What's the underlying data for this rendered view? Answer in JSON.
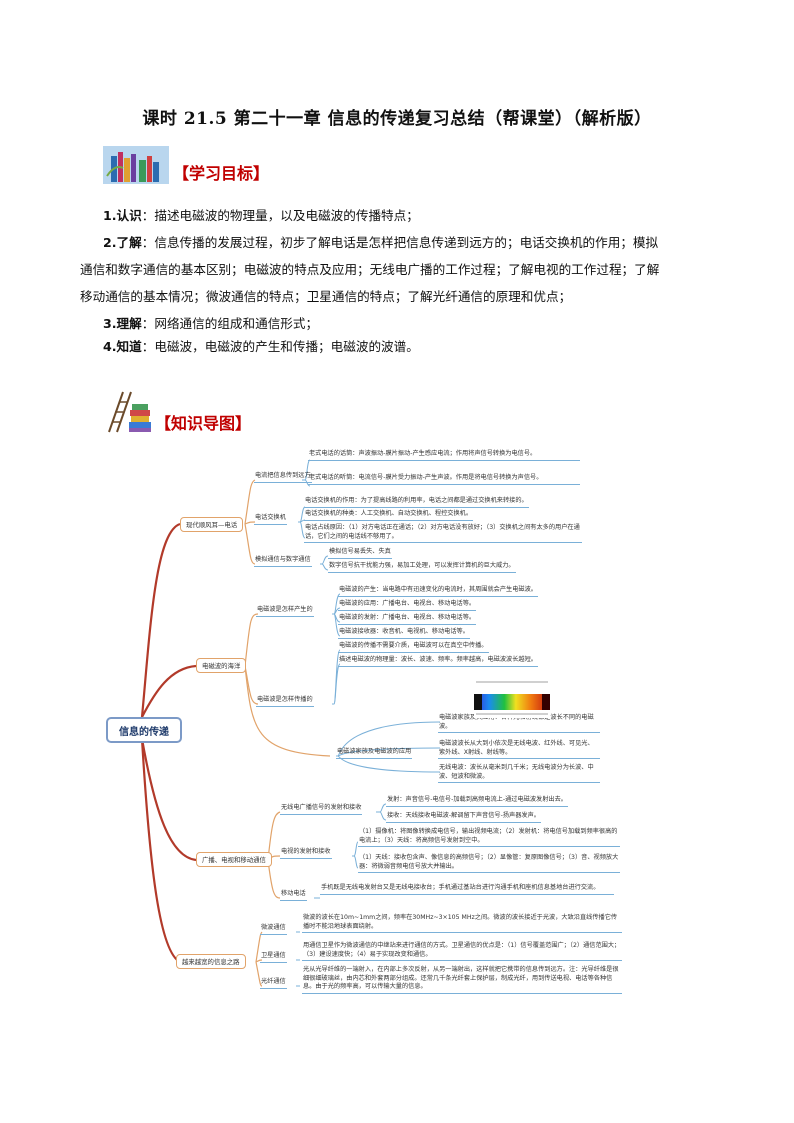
{
  "title": "课时 21.5   第二十一章   信息的传递复习总结（帮课堂）（解析版）",
  "sections": {
    "goals_label": "【学习目标】",
    "map_label": "【知识导图】"
  },
  "goals": {
    "g1_tag": "1.认识",
    "g1_text": "：描述电磁波的物理量，以及电磁波的传播特点；",
    "g2_tag": "2.了解",
    "g2_l1": "：信息传播的发展过程，初步了解电话是怎样把信息传递到远方的；电话交换机的作用；模拟",
    "g2_l2": "通信和数字通信的基本区别；电磁波的特点及应用；无线电广播的工作过程；了解电视的工作过程；了解",
    "g2_l3": "移动通信的基本情况；微波通信的特点；卫星通信的特点；了解光纤通信的原理和优点；",
    "g3_tag": "3.理解",
    "g3_text": "：网络通信的组成和通信形式；",
    "g4_tag": "4.知道",
    "g4_text": "：电磁波，电磁波的产生和传播；电磁波的波谱。"
  },
  "mindmap": {
    "root": "信息的传递",
    "b1": "现代顺风耳—电话",
    "b1_1": "电流把信息传到远方",
    "b1_1a": "老式电话的话筒：声波振动-膜片振动-产生感应电流；作用将声信号转换为电信号。",
    "b1_1b": "老式电话的听筒：电流信号-膜片受力振动-产生声波。作用是将电信号转换为声信号。",
    "b1_2": "电话交换机",
    "b1_2a": "电话交换机的作用：为了提高线路的利用率，电话之间都是通过交换机来转接的。",
    "b1_2b": "电话交换机的种类：人工交换机、自动交换机、程控交换机。",
    "b1_2c": "电话占线原因：（1）对方电话正在通话；（2）对方电话没有放好；（3）交换机之间有太多的用户在通话，它们之间的电话线不够用了。",
    "b1_3": "模拟通信与数字通信",
    "b1_3a": "模拟信号易丢失、失真",
    "b1_3b": "数字信号抗干扰能力强，易加工处理，可以发挥计算机的巨大威力。",
    "b2": "电磁波的海洋",
    "b2_1": "电磁波是怎样产生的",
    "b2_1a": "电磁波的产生：当电路中有迅速变化的电流时，其周围就会产生电磁波。",
    "b2_1b": "电磁波的应用：广播电台、电视台、移动电话等。",
    "b2_1c": "电磁波的发射：广播电台、电视台、移动电话等。",
    "b2_1d": "电磁波接收器：收音机、电视机、移动电话等。",
    "b2_2": "电磁波是怎样传播的",
    "b2_2a": "电磁波的传播不需要介质，电磁波可以在真空中传播。",
    "b2_2b": "描述电磁波的物理量：波长、波速、频率。频率越高，电磁波波长越短。",
    "b2_3": "电磁波家族及电磁波的应用",
    "b2_3a": "电磁波家族及其应用：各种光和射线都是波长不同的电磁波。",
    "b2_3b": "电磁波波长从大到小依次是无线电波、红外线、可见光、紫外线、X射线、射线等。",
    "b2_3c": "无线电波：波长从毫米到几千米；无线电波分为长波、中波、短波和微波。",
    "b3": "广播、电视和移动通信",
    "b3_1": "无线电广播信号的发射和接收",
    "b3_1a": "发射：声音信号-电信号-加载到高频电流上-通过电磁波发射出去。",
    "b3_1b": "接收：天线接收电磁波-解调留下声音信号-扬声器发声。",
    "b3_2": "电视的发射和接收",
    "b3_2a": "（1）摄像机：将图像转换成电信号，输出视频电流；（2）发射机：将电信号加载到频率很高的电流上；（3）天线：将高频信号发射到空中。",
    "b3_2b": "（1）天线：接收包含声、像信息的高频信号；（2）显像管：复原图像信号；（3）音、视频放大器：将微弱音频电信号放大并输出。",
    "b3_3": "移动电话",
    "b3_3a": "手机既是无线电发射台又是无线电接收台；手机通过基站台进行沟通手机和座机信息基地台进行交流。",
    "b4": "越来越宽的信息之路",
    "b4_1": "微波通信",
    "b4_1a": "微波的波长在10m~1mm之间，频率在30MHz~3×105 MHz之间。微波的波长接近于光波，大致沿直线传播它传播时不能沿地球表面绕射。",
    "b4_2": "卫星通信",
    "b4_2a": "用通信卫星作为微波通信的中继站来进行通信的方式。卫星通信的优点是：（1）信号覆盖范围广；（2）通信范围大；（3）建设速度快；（4）易于实现改变和通信。",
    "b4_3": "光纤通信",
    "b4_3a": "光从光导纤维的一端射入，在内部上多次反射，从另一端射出，这样就把它携带的信息传到远方。注：光导纤维是很细很细玻璃丝，由内芯和外套两部分组成。还常几千条光纤套上保护层，制成光纤，用到传送电视、电话等各种信息。由于光的频率高，可以传输大量的信息。"
  },
  "colors": {
    "accent_red": "#c00000",
    "branch_orange": "#e1a36a",
    "line_blue": "#7ab0d8",
    "root_blue": "#7c9ac7"
  }
}
